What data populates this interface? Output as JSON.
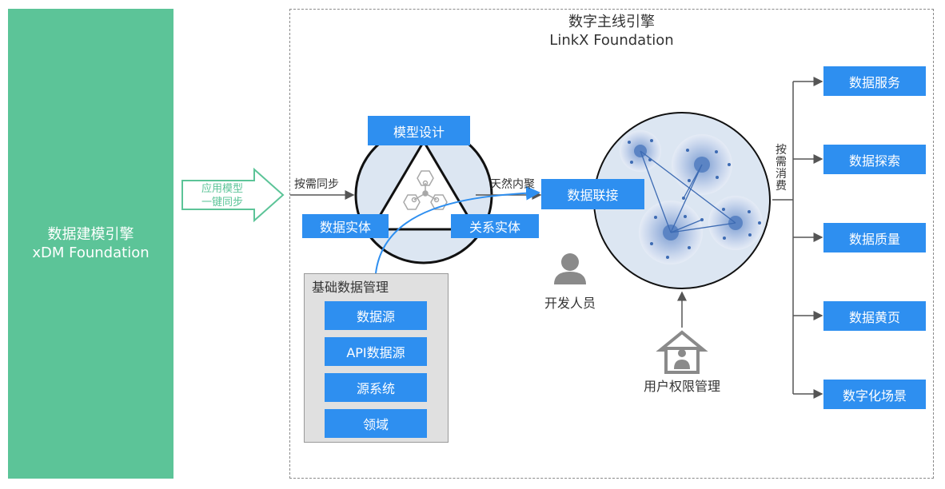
{
  "left_panel": {
    "line1": "数据建模引擎",
    "line2": "xDM Foundation"
  },
  "arrow_label": {
    "line1": "应用模型",
    "line2": "一键同步"
  },
  "engine_title": {
    "line1": "数字主线引擎",
    "line2": "LinkX Foundation"
  },
  "triangle": {
    "top": "模型设计",
    "bottom_left": "数据实体",
    "bottom_right": "关系实体",
    "left_label": "按需同步",
    "right_label": "天然内聚"
  },
  "basic_data": {
    "title": "基础数据管理",
    "items": [
      "数据源",
      "API数据源",
      "源系统",
      "领域"
    ]
  },
  "federation": "数据联接",
  "developer_label": "开发人员",
  "user_perm_label": "用户权限管理",
  "consume_label": "按需消费",
  "services": [
    "数据服务",
    "数据探索",
    "数据质量",
    "数据黄页",
    "数字化场景"
  ],
  "colors": {
    "green": "#5cc498",
    "blue": "#2e8ff0",
    "circle_fill": "#dce6f2",
    "gray_box": "#e0e0e0"
  }
}
